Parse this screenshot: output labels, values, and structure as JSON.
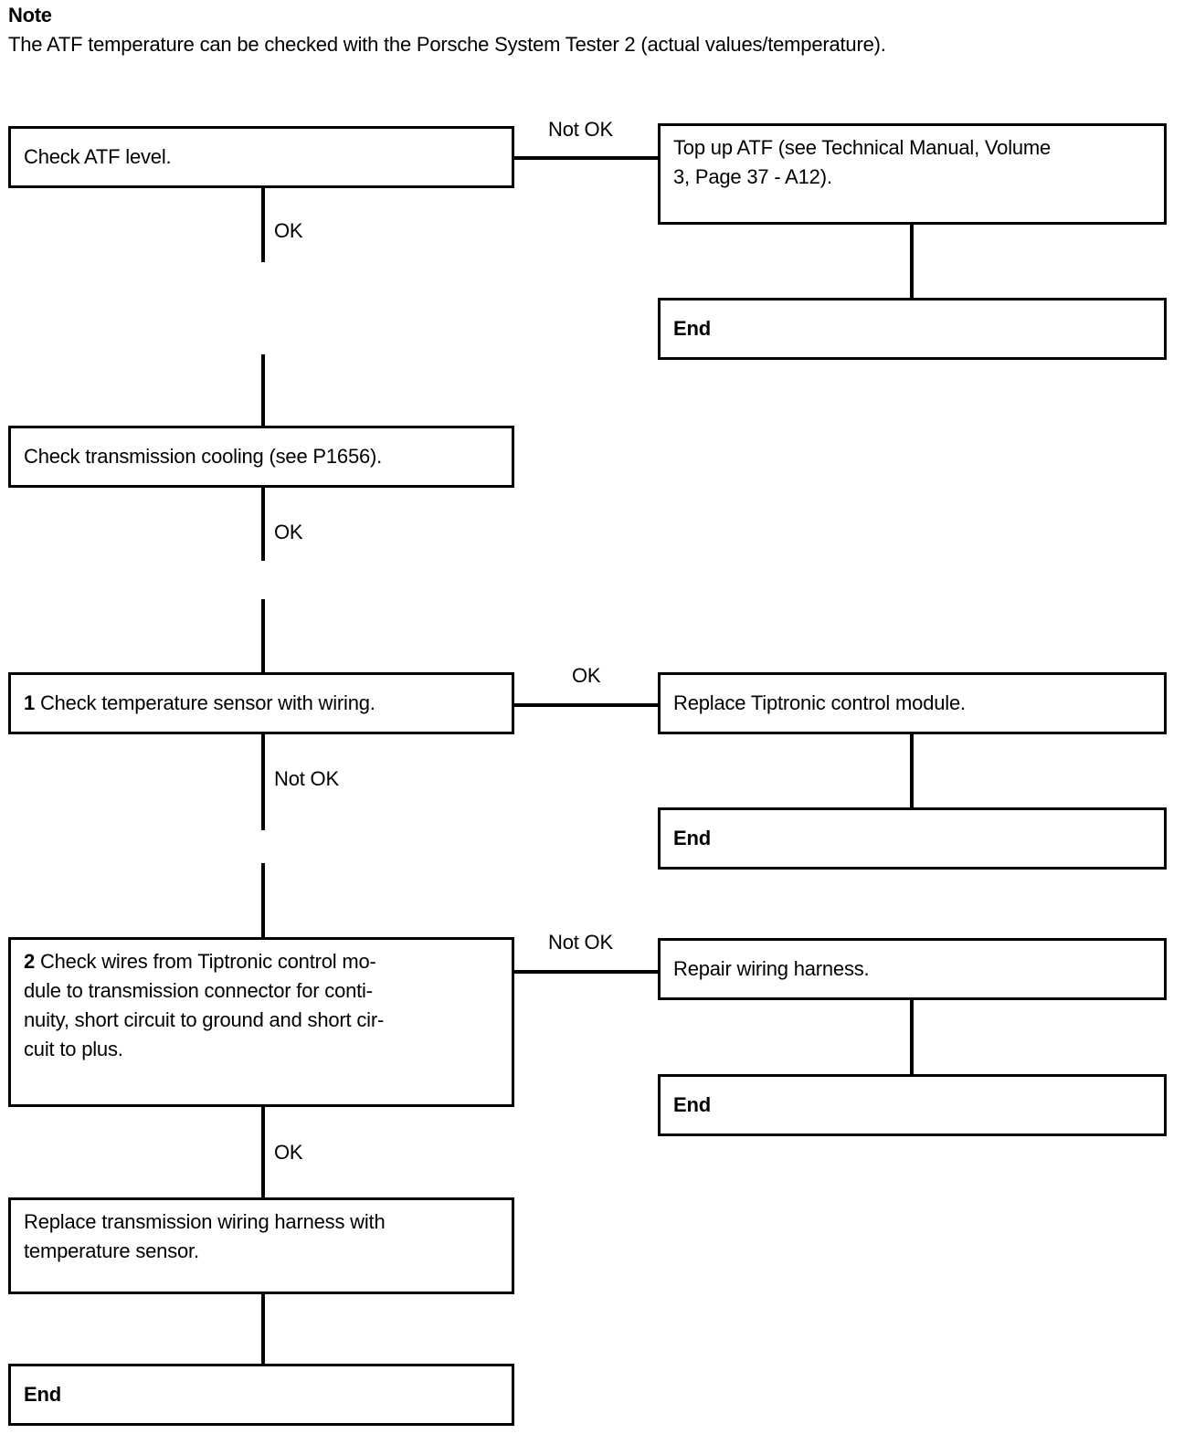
{
  "note": {
    "title": "Note",
    "body": "The ATF temperature can be checked with the Porsche System Tester 2 (actual values/temperature)."
  },
  "flowchart": {
    "type": "flowchart",
    "nodes": [
      {
        "id": "check-atf-level",
        "label": "Check ATF level."
      },
      {
        "id": "top-up-atf",
        "label": "Top up ATF (see Technical Manual, Volume 3, Page 37 - A12)."
      },
      {
        "id": "end-1",
        "label": "End"
      },
      {
        "id": "check-transmission-cooling",
        "label": "Check transmission cooling (see P1656)."
      },
      {
        "id": "check-temperature-sensor",
        "step": "1",
        "label": "Check temperature sensor with wiring."
      },
      {
        "id": "replace-tiptronic-control-module",
        "label": "Replace Tiptronic control module."
      },
      {
        "id": "end-2",
        "label": "End"
      },
      {
        "id": "check-wires",
        "step": "2",
        "label": "Check wires from Tiptronic control mo-dule  to transmission connector for conti-nuity, short circuit to ground and short cir-cuit to plus."
      },
      {
        "id": "repair-wiring-harness",
        "label": "Repair wiring harness."
      },
      {
        "id": "end-3",
        "label": "End"
      },
      {
        "id": "replace-transmission-harness",
        "label": "Replace transmission wiring harness with temperature sensor."
      },
      {
        "id": "end-4",
        "label": "End"
      }
    ],
    "node_text": {
      "check_atf_level": "Check ATF level.",
      "top_up_atf_line1": "Top up ATF (see Technical Manual, Volume",
      "top_up_atf_line2": "3, Page 37 - A12).",
      "end_1": "End",
      "check_transmission_cooling": "Check transmission cooling (see P1656).",
      "check_temperature_sensor_num": "1",
      "check_temperature_sensor": " Check temperature sensor with wiring.",
      "replace_tiptronic_control_module": "Replace Tiptronic control module.",
      "end_2": "End",
      "check_wires_num": "2",
      "check_wires_line1": " Check wires from Tiptronic control mo-",
      "check_wires_line2": "dule  to transmission connector for conti-",
      "check_wires_line3": "nuity, short circuit to ground and short cir-",
      "check_wires_line4": "cuit to plus.",
      "repair_wiring_harness": "Repair wiring harness.",
      "end_3": "End",
      "replace_transmission_harness_line1": "Replace transmission wiring harness with",
      "replace_transmission_harness_line2": "temperature sensor.",
      "end_4": "End"
    },
    "edges": [
      {
        "from": "check-atf-level",
        "to": "top-up-atf",
        "label": "Not OK"
      },
      {
        "from": "check-atf-level",
        "to": "check-transmission-cooling",
        "label": "OK"
      },
      {
        "from": "top-up-atf",
        "to": "end-1",
        "label": ""
      },
      {
        "from": "check-transmission-cooling",
        "to": "check-temperature-sensor",
        "label": "OK"
      },
      {
        "from": "check-temperature-sensor",
        "to": "replace-tiptronic-control-module",
        "label": "OK"
      },
      {
        "from": "check-temperature-sensor",
        "to": "check-wires",
        "label": "Not OK"
      },
      {
        "from": "replace-tiptronic-control-module",
        "to": "end-2",
        "label": ""
      },
      {
        "from": "check-wires",
        "to": "repair-wiring-harness",
        "label": "Not OK"
      },
      {
        "from": "check-wires",
        "to": "replace-transmission-harness",
        "label": "OK"
      },
      {
        "from": "repair-wiring-harness",
        "to": "end-3",
        "label": ""
      },
      {
        "from": "replace-transmission-harness",
        "to": "end-4",
        "label": ""
      }
    ],
    "edge_labels": {
      "not_ok_1": "Not OK",
      "ok_1": "OK",
      "ok_2": "OK",
      "ok_3": "OK",
      "not_ok_2": "Not OK",
      "not_ok_3": "Not OK",
      "ok_4": "OK"
    },
    "colors": {
      "line": "#000000",
      "background": "#ffffff",
      "text": "#000000"
    }
  }
}
